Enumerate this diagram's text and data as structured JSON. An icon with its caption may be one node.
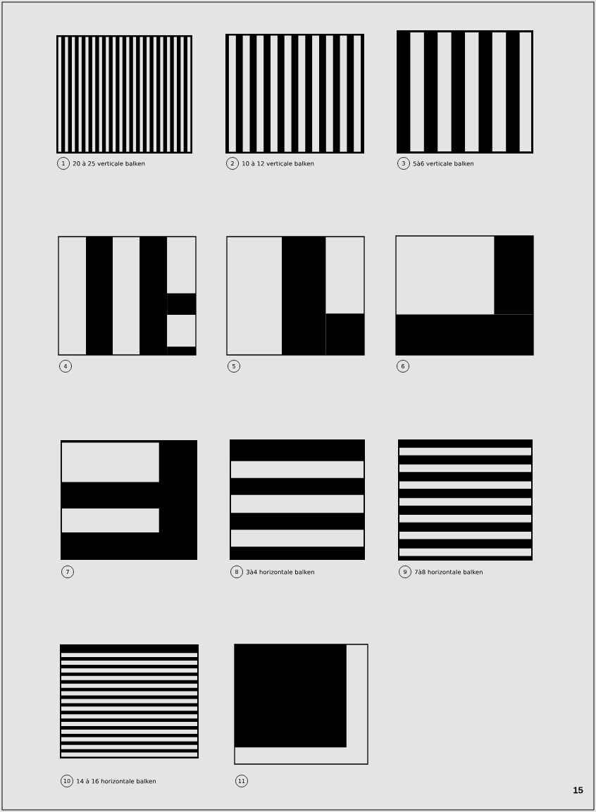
{
  "diagram": {
    "labels": [
      "1",
      "20 à 25 verticale balken",
      "2",
      "10 à 12 verticale balken",
      "3",
      "5à6 verticale balken",
      "4",
      "5",
      "6",
      "7",
      "8",
      "3à4 horizontale balken",
      "9",
      "7à8 horizontale balken",
      "10",
      "14 à 16 horizontale balken",
      "11",
      "15"
    ]
  }
}
